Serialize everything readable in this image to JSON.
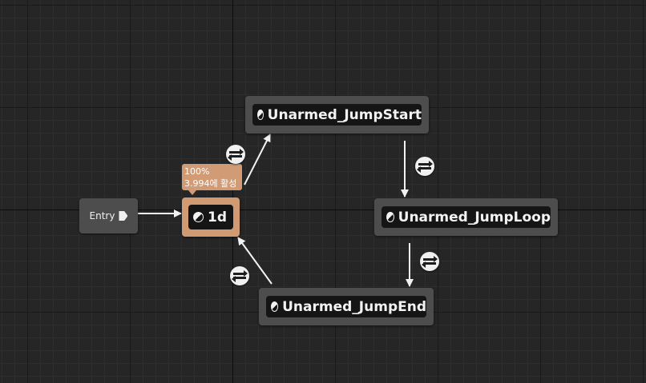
{
  "graph": {
    "entry": {
      "label": "Entry"
    },
    "states": [
      {
        "id": "1d",
        "label": "1d",
        "active": true
      },
      {
        "id": "jumpstart",
        "label": "Unarmed_JumpStart"
      },
      {
        "id": "jumploop",
        "label": "Unarmed_JumpLoop"
      },
      {
        "id": "jumpend",
        "label": "Unarmed_JumpEnd"
      }
    ],
    "active_tooltip": {
      "weight": "100%",
      "active_time": "3.994에 활성"
    }
  },
  "colors": {
    "background": "#262626",
    "node": "#4d4d4d",
    "node_inner": "#151515",
    "active_node": "#d09a72",
    "link": "#f2f2f2"
  },
  "icons": {
    "state": "state-pie-icon",
    "entry": "entry-arrow-icon",
    "transition": "transition-rule-icon"
  }
}
